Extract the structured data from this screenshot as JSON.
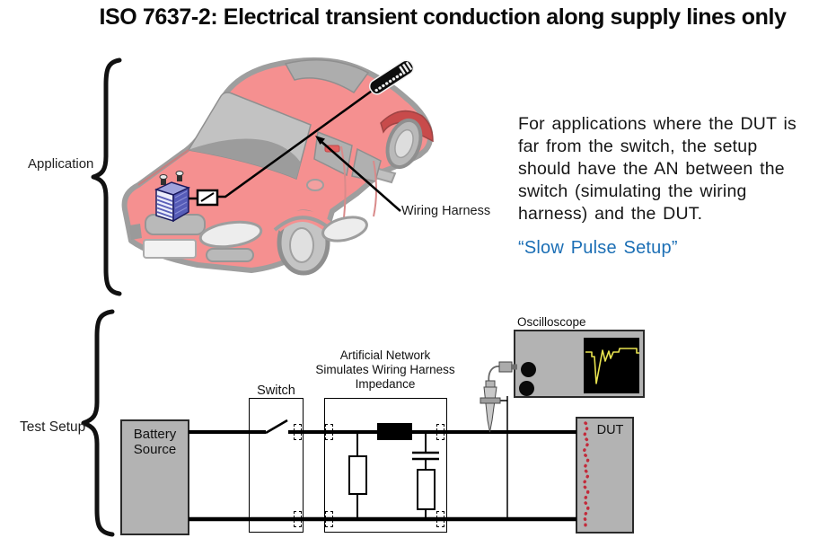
{
  "title": "ISO 7637-2: Electrical transient conduction along supply lines only",
  "application_section": {
    "brace_label": "Application",
    "wiring_harness_label": "Wiring Harness"
  },
  "description": {
    "line1": "For applications where the DUT is",
    "line2": "far from the switch, the setup",
    "line3": "should have the AN between the",
    "line4": "switch (simulating the wiring",
    "line5": "harness) and the DUT.",
    "highlight": "“Slow Pulse Setup”"
  },
  "test_setup_section": {
    "brace_label": "Test Setup",
    "battery_line1": "Battery",
    "battery_line2": "Source",
    "switch_label": "Switch",
    "an_line1": "Artificial Network",
    "an_line2": "Simulates Wiring Harness",
    "an_line3": "Impedance",
    "oscilloscope_label": "Oscilloscope",
    "dut_label": "DUT"
  },
  "colors": {
    "highlight_blue": "#1c6fb5",
    "car_body_pink": "#f59090",
    "car_outline_gray": "#9e9e9e",
    "glass_gray": "#c2c2c2",
    "panel_gray": "#b3b3b3",
    "waveform_yellow": "#e8e34f",
    "dut_dots_red": "#c22b3b",
    "battery_blue": "#565cb8"
  }
}
